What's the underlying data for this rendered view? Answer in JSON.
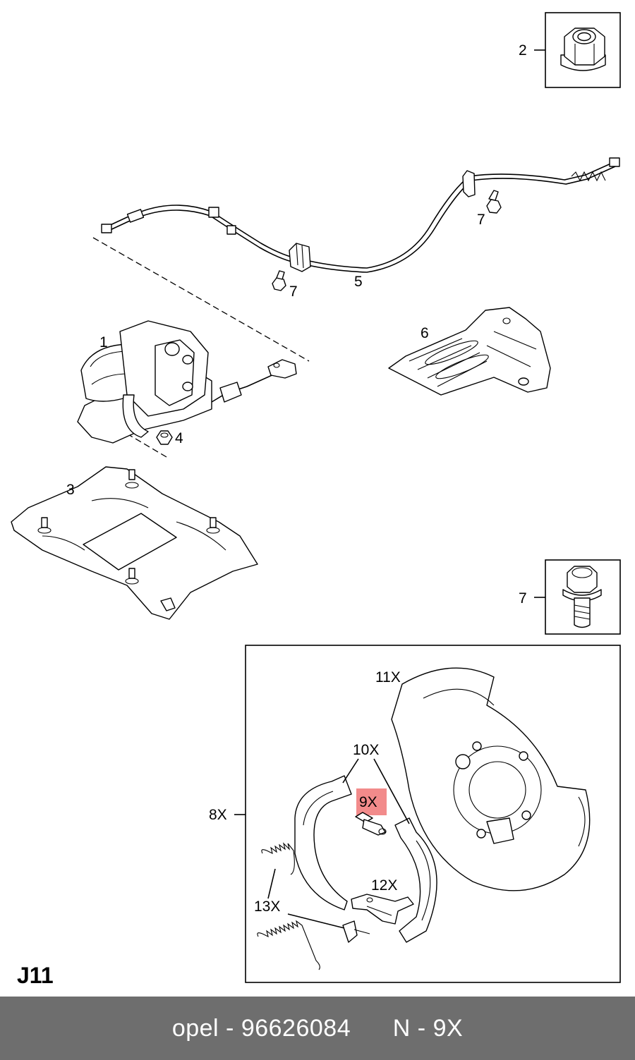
{
  "section_code": "J11",
  "highlight_color": "#f28b8b",
  "callouts": {
    "c1": "1",
    "c2": "2",
    "c3": "3",
    "c4": "4",
    "c5": "5",
    "c6": "6",
    "c7a": "7",
    "c7b": "7",
    "c7c": "7",
    "c8x": "8X",
    "c9x": "9X",
    "c10x": "10X",
    "c11x": "11X",
    "c12x": "12X",
    "c13x": "13X"
  },
  "footer": {
    "brand": "opel",
    "part_number": "96626084",
    "item_ref": "N - 9X"
  }
}
